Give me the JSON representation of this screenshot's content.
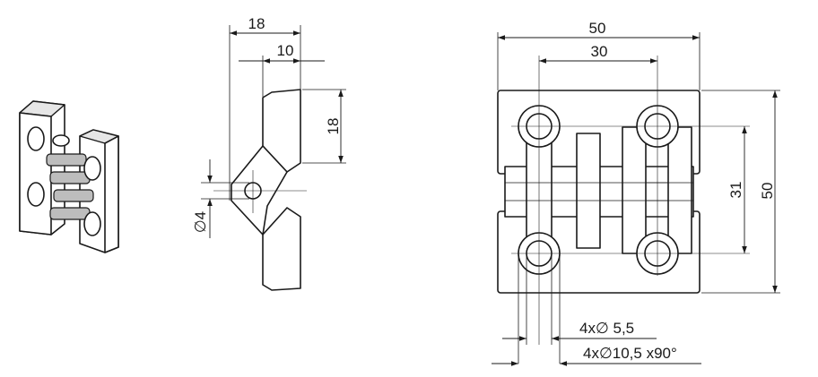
{
  "side_view": {
    "dim_total_width": "18",
    "dim_leaf_width": "10",
    "dim_leaf_height": "18",
    "dim_pin_diameter": "∅4"
  },
  "front_view": {
    "dim_overall_width": "50",
    "dim_hole_spacing_x": "30",
    "dim_hole_spacing_y": "31",
    "dim_overall_height": "50",
    "note_hole_diameter": "4x∅ 5,5",
    "note_countersink": "4x∅10,5 x90°"
  }
}
